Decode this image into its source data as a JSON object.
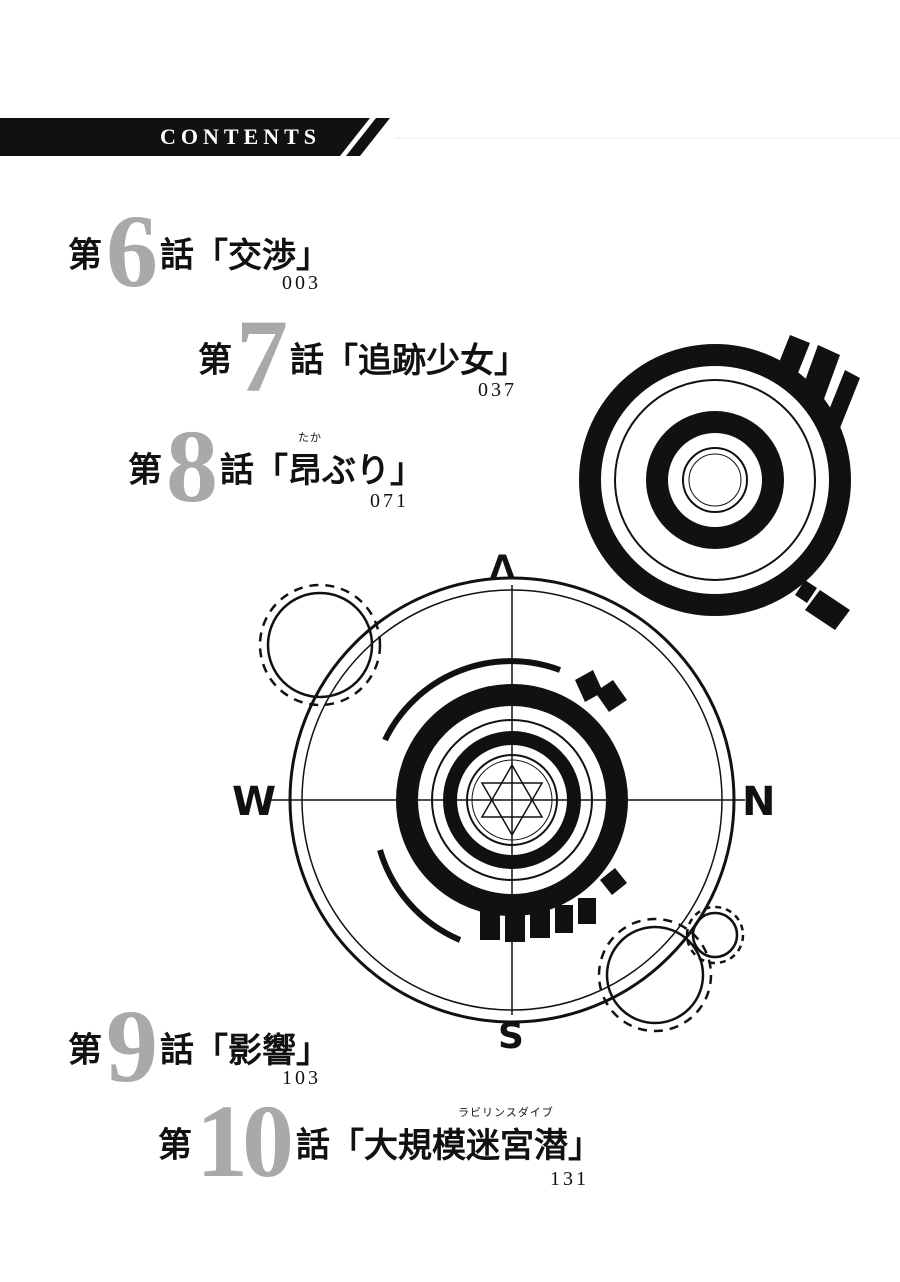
{
  "header": {
    "label": "CONTENTS"
  },
  "entries": [
    {
      "prefix": "第",
      "number": "6",
      "suffix": "話",
      "title": "「交渉」",
      "ruby": "",
      "page": "003"
    },
    {
      "prefix": "第",
      "number": "7",
      "suffix": "話",
      "title": "「追跡少女」",
      "ruby": "",
      "page": "037"
    },
    {
      "prefix": "第",
      "number": "8",
      "suffix": "話",
      "title": "「昂ぶり」",
      "ruby": "たか",
      "page": "071"
    },
    {
      "prefix": "第",
      "number": "9",
      "suffix": "話",
      "title": "「影響」",
      "ruby": "",
      "page": "103"
    },
    {
      "prefix": "第",
      "number": "10",
      "suffix": "話",
      "title": "「大規模迷宮潜」",
      "ruby": "ラビリンスダイブ",
      "page": "131"
    }
  ],
  "colors": {
    "numeral": "#a9a9a9",
    "ink": "#111111",
    "background": "#ffffff"
  }
}
